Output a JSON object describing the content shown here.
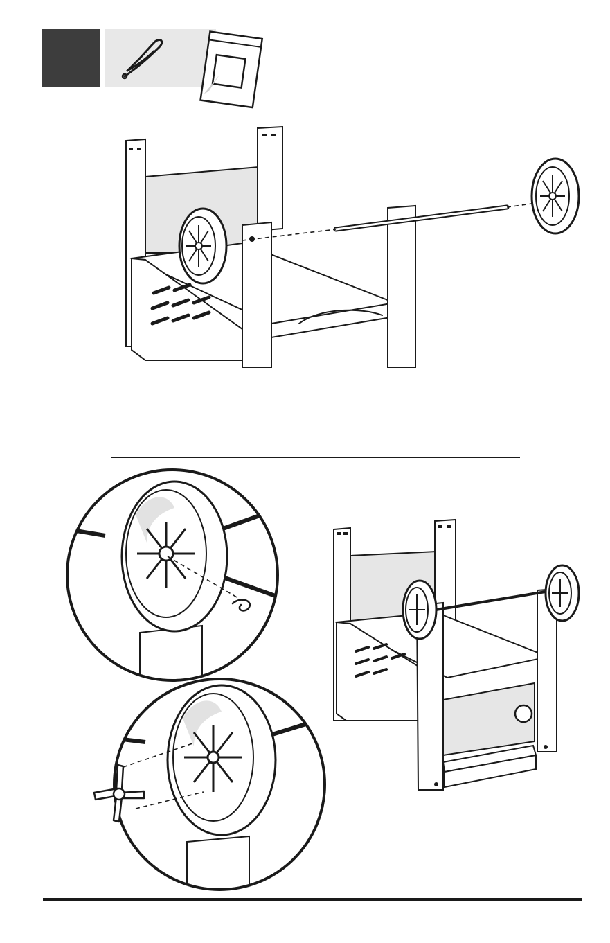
{
  "page": {
    "background": "#ffffff",
    "ink": "#1a1a1a",
    "panel_shade": "#e6e6e6"
  },
  "step": {
    "badge_color": "#3d3d3d",
    "parts_panel_color": "#e8e8e8"
  },
  "parts": [
    {
      "icon": "hitch-pin-clip-icon"
    },
    {
      "icon": "hardware-bag-icon"
    }
  ],
  "figures": [
    {
      "name": "axle-insertion-figure"
    },
    {
      "name": "hitch-pin-detail-callout"
    },
    {
      "name": "hubcap-detail-callout"
    },
    {
      "name": "assembled-cart-figure"
    }
  ]
}
